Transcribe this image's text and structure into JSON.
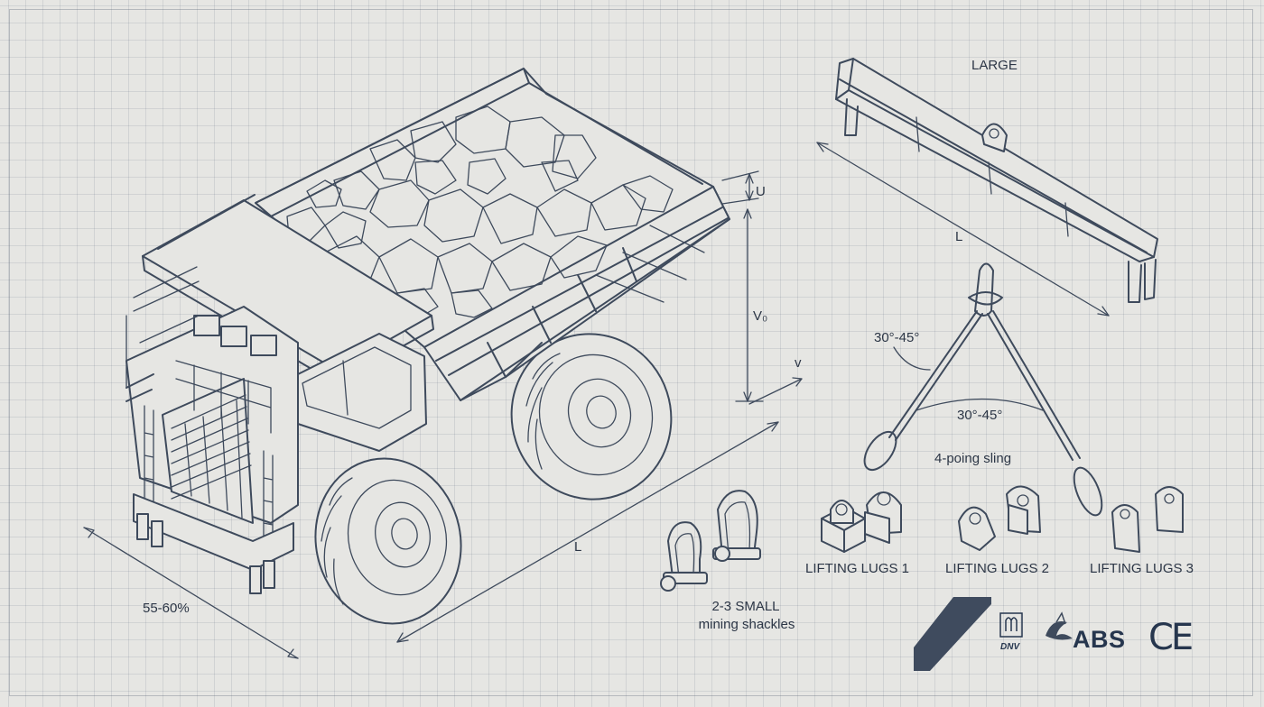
{
  "labels": {
    "large": "LARGE",
    "beam_l": "L",
    "dim_u": "U",
    "dim_v0": "V₀",
    "dim_v": "v",
    "truck_l": "L",
    "percent": "55-60%",
    "angle_upper": "30°-45°",
    "angle_lower": "30°-45°",
    "sling": "4-poing sling",
    "shackles_line1": "2-3 SMALL",
    "shackles_line2": "mining shackles",
    "lugs_1": "LIFTING LUGS 1",
    "lugs_2": "LIFTING LUGS 2",
    "lugs_3": "LIFTING LUGS 3"
  },
  "certifications": {
    "dnv": "DNV",
    "abs": "ABS",
    "ce": "CE"
  },
  "colors": {
    "line": "#3e4a5c",
    "paper": "#e6e6e3",
    "accent": "#3f4b5e"
  }
}
